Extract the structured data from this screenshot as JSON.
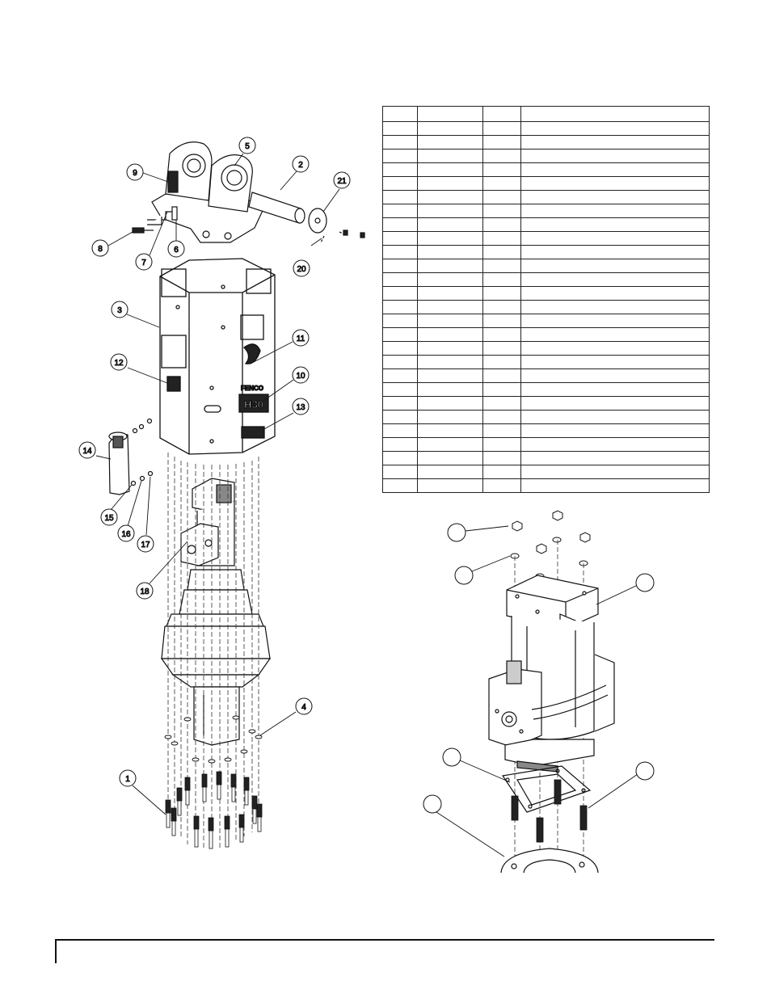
{
  "main_assembly": {
    "callouts": [
      "1",
      "2",
      "3",
      "4",
      "5",
      "6",
      "7",
      "8",
      "9",
      "10",
      "11",
      "12",
      "13",
      "14",
      "15",
      "16",
      "17",
      "18",
      "20",
      "21"
    ],
    "decal_brand": "FENCO",
    "decal_model": "H30"
  },
  "parts_table": {
    "row_count": 28,
    "column_count": 4
  },
  "detail_view": {
    "callouts": [
      "",
      "",
      "",
      "",
      "",
      ""
    ]
  }
}
